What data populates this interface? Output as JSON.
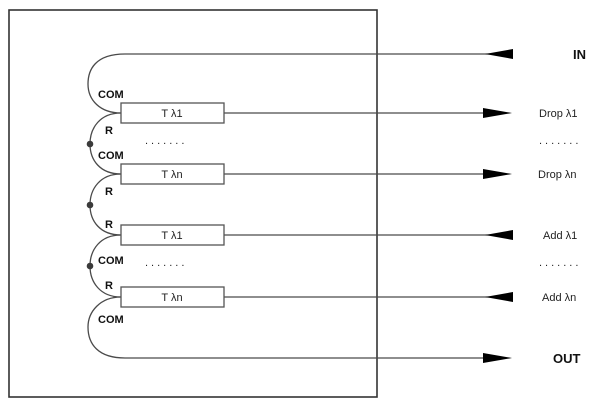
{
  "diagram": {
    "title": "OADM filter cascade",
    "ports": {
      "input": "IN",
      "output": "OUT"
    },
    "port_labels": {
      "common": "COM",
      "reflect": "R"
    },
    "filters": [
      {
        "label": "T  λ1",
        "role": "drop"
      },
      {
        "label": "T  λn",
        "role": "drop"
      },
      {
        "label": "T  λ1",
        "role": "add"
      },
      {
        "label": "T  λn",
        "role": "add"
      }
    ],
    "channels": [
      {
        "label": "Drop  λ1",
        "direction": "out"
      },
      {
        "label": "Drop  λn",
        "direction": "out"
      },
      {
        "label": "Add  λ1",
        "direction": "in"
      },
      {
        "label": "Add  λn",
        "direction": "in"
      }
    ],
    "ellipsis": "......."
  }
}
